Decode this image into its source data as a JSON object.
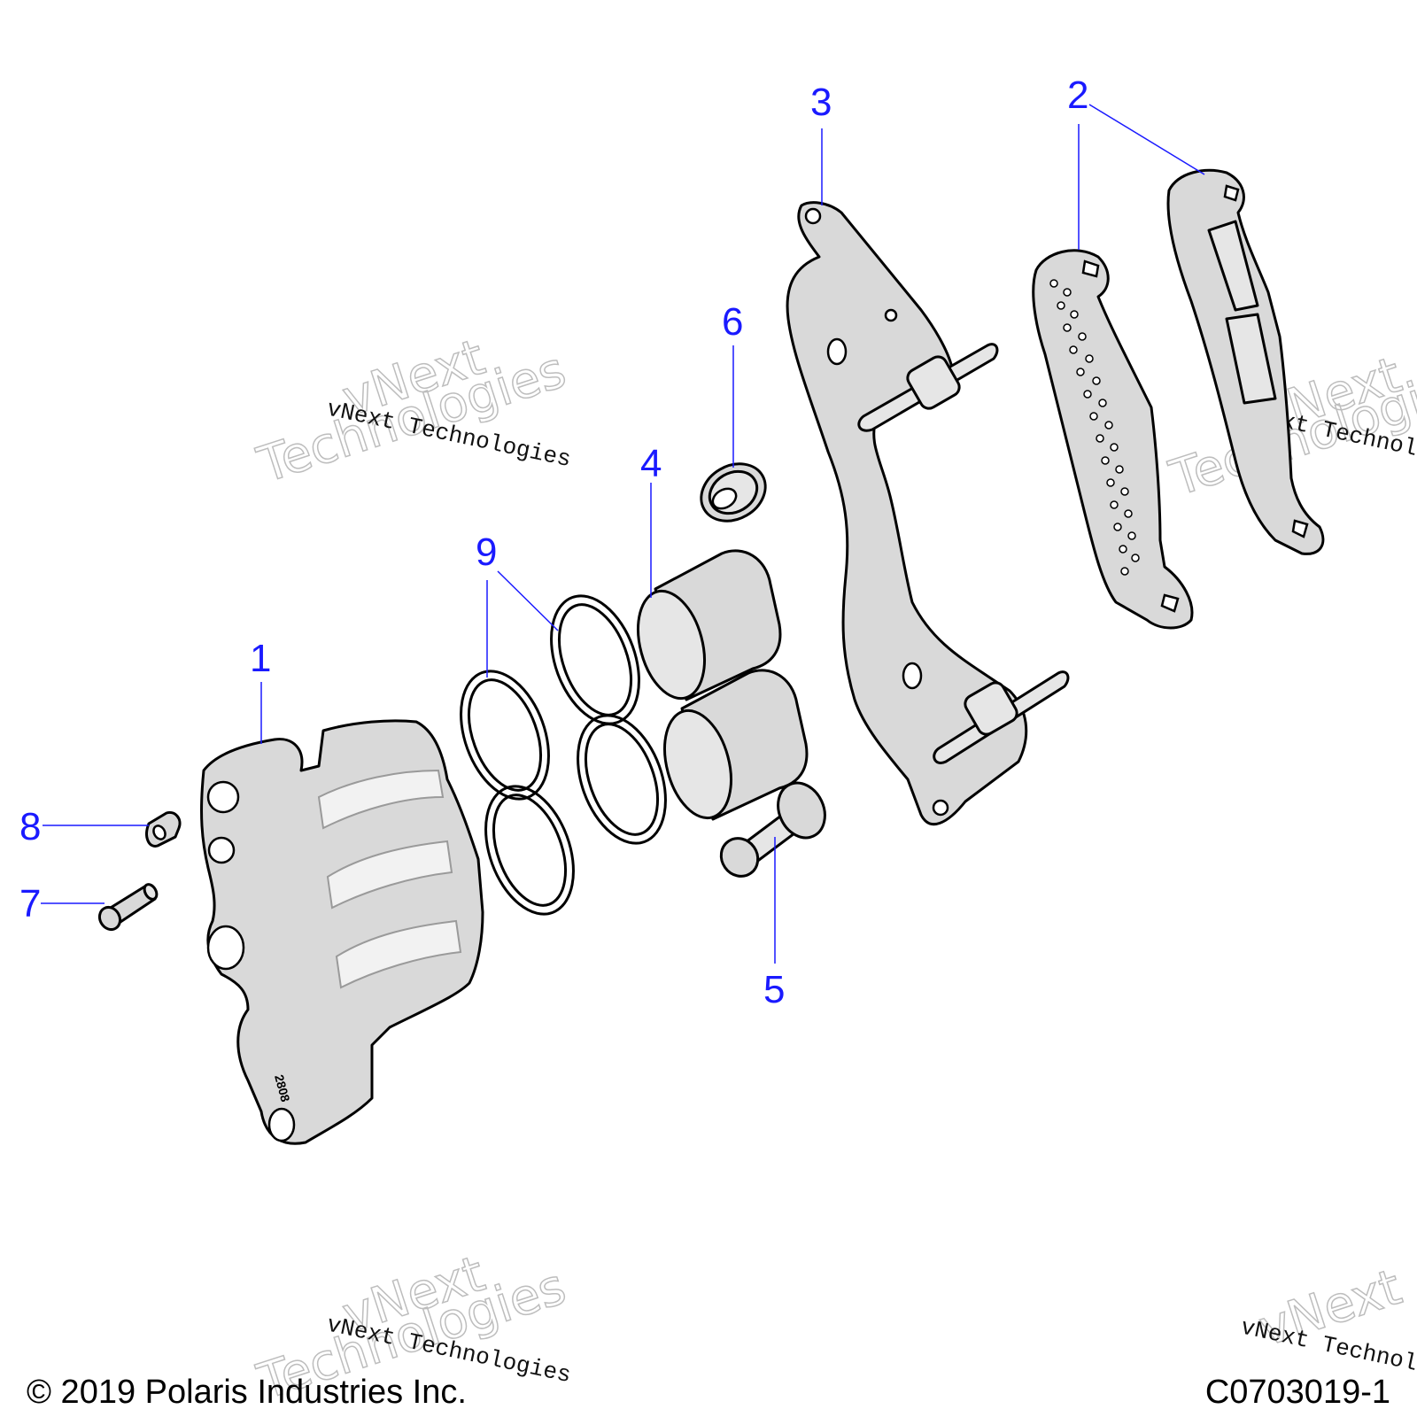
{
  "callouts": [
    {
      "id": "1",
      "label": "1"
    },
    {
      "id": "2",
      "label": "2"
    },
    {
      "id": "3",
      "label": "3"
    },
    {
      "id": "4",
      "label": "4"
    },
    {
      "id": "5",
      "label": "5"
    },
    {
      "id": "6",
      "label": "6"
    },
    {
      "id": "7",
      "label": "7"
    },
    {
      "id": "8",
      "label": "8"
    },
    {
      "id": "9",
      "label": "9"
    }
  ],
  "part_marking": "2808",
  "watermark": {
    "small_text": "vNext Technologies",
    "big_line1": "vNext",
    "big_line2": "Technologies"
  },
  "footer": {
    "copyright": "© 2019 Polaris Industries Inc.",
    "diagram_id": "C0703019-1"
  }
}
